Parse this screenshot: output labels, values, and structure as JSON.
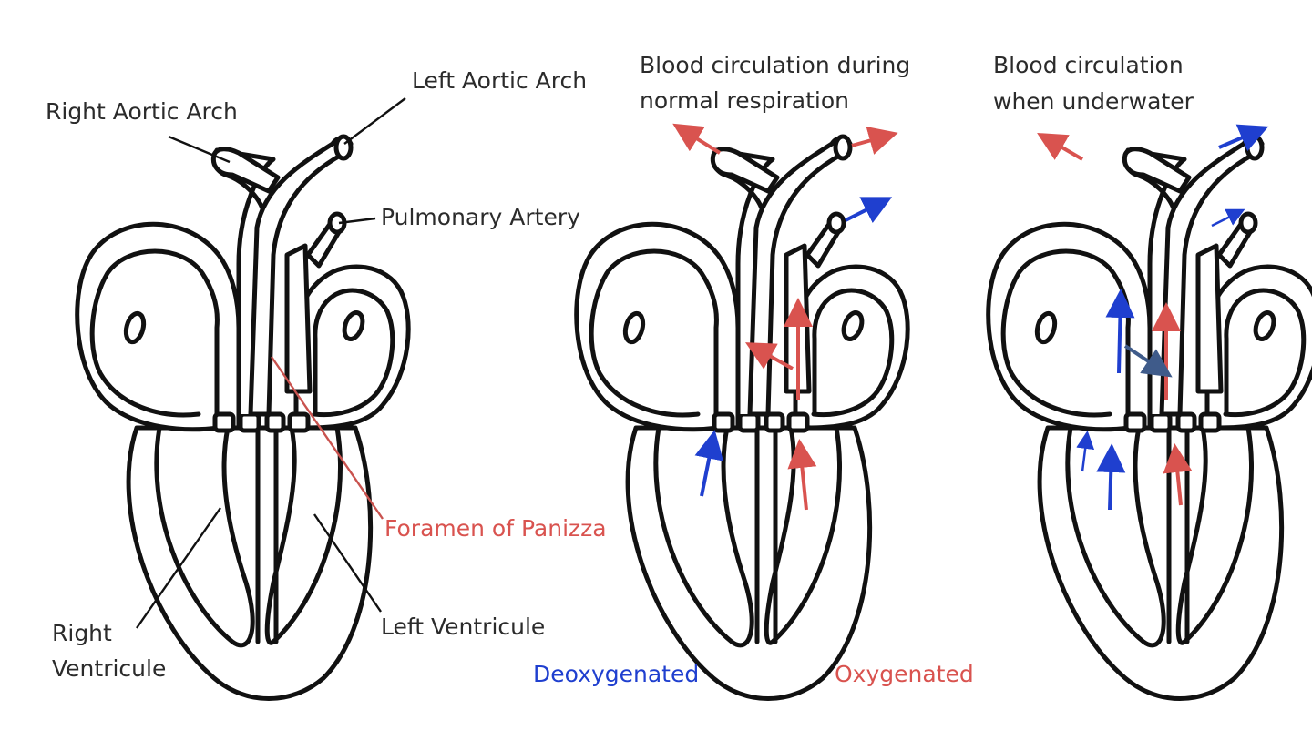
{
  "labels": {
    "right_aortic_arch": "Right Aortic Arch",
    "left_aortic_arch": "Left Aortic Arch",
    "pulmonary_artery": "Pulmonary Artery",
    "foramen_of_panizza": "Foramen of Panizza",
    "right_ventricule_line1": "Right",
    "right_ventricule_line2": "Ventricule",
    "left_ventricule": "Left Ventricule"
  },
  "panels": {
    "normal": {
      "title_line1": "Blood circulation during",
      "title_line2": "normal respiration"
    },
    "underwater": {
      "title_line1": "Blood circulation",
      "title_line2": "when underwater"
    }
  },
  "legend": {
    "deoxygenated": "Deoxygenated",
    "oxygenated": "Oxygenated"
  },
  "colors": {
    "deoxygenated": "#1f3fcf",
    "oxygenated": "#d9534f",
    "outline": "#111111"
  }
}
